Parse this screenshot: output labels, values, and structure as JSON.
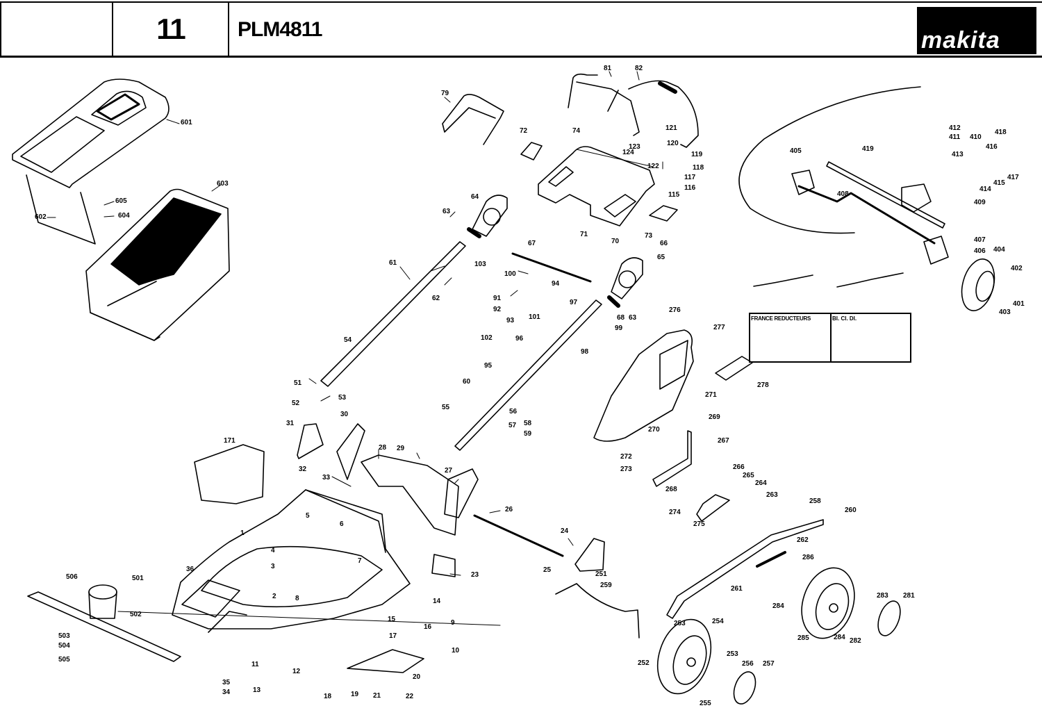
{
  "header": {
    "page_number": "11",
    "model": "PLM4811",
    "brand": "makita"
  },
  "inset": {
    "left_title": "FRANCE REDUCTEURS",
    "right_title": "BI. CI. DI."
  },
  "labels": [
    {
      "id": "601",
      "text": "601"
    },
    {
      "id": "602",
      "text": "602"
    },
    {
      "id": "603",
      "text": "603"
    },
    {
      "id": "604",
      "text": "604"
    },
    {
      "id": "605",
      "text": "605"
    },
    {
      "id": "79",
      "text": "79"
    },
    {
      "id": "81",
      "text": "81"
    },
    {
      "id": "82",
      "text": "82"
    },
    {
      "id": "72",
      "text": "72"
    },
    {
      "id": "74",
      "text": "74"
    },
    {
      "id": "121",
      "text": "121"
    },
    {
      "id": "123",
      "text": "123"
    },
    {
      "id": "120",
      "text": "120"
    },
    {
      "id": "119",
      "text": "119"
    },
    {
      "id": "124",
      "text": "124"
    },
    {
      "id": "122",
      "text": "122"
    },
    {
      "id": "118",
      "text": "118"
    },
    {
      "id": "117",
      "text": "117"
    },
    {
      "id": "116",
      "text": "116"
    },
    {
      "id": "115",
      "text": "115"
    },
    {
      "id": "73",
      "text": "73"
    },
    {
      "id": "71",
      "text": "71"
    },
    {
      "id": "70",
      "text": "70"
    },
    {
      "id": "66",
      "text": "66"
    },
    {
      "id": "65",
      "text": "65"
    },
    {
      "id": "64",
      "text": "64"
    },
    {
      "id": "63a",
      "text": "63"
    },
    {
      "id": "63b",
      "text": "63"
    },
    {
      "id": "68",
      "text": "68"
    },
    {
      "id": "67",
      "text": "67"
    },
    {
      "id": "61",
      "text": "61"
    },
    {
      "id": "103",
      "text": "103"
    },
    {
      "id": "62",
      "text": "62"
    },
    {
      "id": "100",
      "text": "100"
    },
    {
      "id": "91",
      "text": "91"
    },
    {
      "id": "92",
      "text": "92"
    },
    {
      "id": "93",
      "text": "93"
    },
    {
      "id": "94",
      "text": "94"
    },
    {
      "id": "101",
      "text": "101"
    },
    {
      "id": "97",
      "text": "97"
    },
    {
      "id": "99",
      "text": "99"
    },
    {
      "id": "98",
      "text": "98"
    },
    {
      "id": "96",
      "text": "96"
    },
    {
      "id": "102",
      "text": "102"
    },
    {
      "id": "95",
      "text": "95"
    },
    {
      "id": "54",
      "text": "54"
    },
    {
      "id": "51",
      "text": "51"
    },
    {
      "id": "52",
      "text": "52"
    },
    {
      "id": "53",
      "text": "53"
    },
    {
      "id": "60",
      "text": "60"
    },
    {
      "id": "55",
      "text": "55"
    },
    {
      "id": "56",
      "text": "56"
    },
    {
      "id": "57",
      "text": "57"
    },
    {
      "id": "58",
      "text": "58"
    },
    {
      "id": "59",
      "text": "59"
    },
    {
      "id": "31",
      "text": "31"
    },
    {
      "id": "30",
      "text": "30"
    },
    {
      "id": "32",
      "text": "32"
    },
    {
      "id": "33",
      "text": "33"
    },
    {
      "id": "171",
      "text": "171"
    },
    {
      "id": "28",
      "text": "28"
    },
    {
      "id": "29",
      "text": "29"
    },
    {
      "id": "27",
      "text": "27"
    },
    {
      "id": "26",
      "text": "26"
    },
    {
      "id": "24",
      "text": "24"
    },
    {
      "id": "25",
      "text": "25"
    },
    {
      "id": "23",
      "text": "23"
    },
    {
      "id": "1",
      "text": "1"
    },
    {
      "id": "5",
      "text": "5"
    },
    {
      "id": "6",
      "text": "6"
    },
    {
      "id": "4",
      "text": "4"
    },
    {
      "id": "3",
      "text": "3"
    },
    {
      "id": "7",
      "text": "7"
    },
    {
      "id": "2",
      "text": "2"
    },
    {
      "id": "8",
      "text": "8"
    },
    {
      "id": "36",
      "text": "36"
    },
    {
      "id": "14",
      "text": "14"
    },
    {
      "id": "15",
      "text": "15"
    },
    {
      "id": "16",
      "text": "16"
    },
    {
      "id": "9",
      "text": "9"
    },
    {
      "id": "17",
      "text": "17"
    },
    {
      "id": "10",
      "text": "10"
    },
    {
      "id": "11",
      "text": "11"
    },
    {
      "id": "12",
      "text": "12"
    },
    {
      "id": "35",
      "text": "35"
    },
    {
      "id": "34",
      "text": "34"
    },
    {
      "id": "13",
      "text": "13"
    },
    {
      "id": "20",
      "text": "20"
    },
    {
      "id": "18",
      "text": "18"
    },
    {
      "id": "19",
      "text": "19"
    },
    {
      "id": "21",
      "text": "21"
    },
    {
      "id": "22",
      "text": "22"
    },
    {
      "id": "506",
      "text": "506"
    },
    {
      "id": "501",
      "text": "501"
    },
    {
      "id": "502",
      "text": "502"
    },
    {
      "id": "503",
      "text": "503"
    },
    {
      "id": "504",
      "text": "504"
    },
    {
      "id": "505",
      "text": "505"
    },
    {
      "id": "276a",
      "text": "276"
    },
    {
      "id": "277",
      "text": "277"
    },
    {
      "id": "278",
      "text": "278"
    },
    {
      "id": "271",
      "text": "271"
    },
    {
      "id": "269",
      "text": "269"
    },
    {
      "id": "270",
      "text": "270"
    },
    {
      "id": "267",
      "text": "267"
    },
    {
      "id": "272",
      "text": "272"
    },
    {
      "id": "273",
      "text": "273"
    },
    {
      "id": "268",
      "text": "268"
    },
    {
      "id": "266",
      "text": "266"
    },
    {
      "id": "265",
      "text": "265"
    },
    {
      "id": "264",
      "text": "264"
    },
    {
      "id": "263",
      "text": "263"
    },
    {
      "id": "274",
      "text": "274"
    },
    {
      "id": "275",
      "text": "275"
    },
    {
      "id": "258",
      "text": "258"
    },
    {
      "id": "260",
      "text": "260"
    },
    {
      "id": "262",
      "text": "262"
    },
    {
      "id": "261",
      "text": "261"
    },
    {
      "id": "286",
      "text": "286"
    },
    {
      "id": "284a",
      "text": "284"
    },
    {
      "id": "285",
      "text": "285"
    },
    {
      "id": "284b",
      "text": "284"
    },
    {
      "id": "283",
      "text": "283"
    },
    {
      "id": "282",
      "text": "282"
    },
    {
      "id": "281",
      "text": "281"
    },
    {
      "id": "251",
      "text": "251"
    },
    {
      "id": "259",
      "text": "259"
    },
    {
      "id": "253a",
      "text": "253"
    },
    {
      "id": "254",
      "text": "254"
    },
    {
      "id": "252",
      "text": "252"
    },
    {
      "id": "253b",
      "text": "253"
    },
    {
      "id": "256",
      "text": "256"
    },
    {
      "id": "257",
      "text": "257"
    },
    {
      "id": "255",
      "text": "255"
    },
    {
      "id": "405",
      "text": "405"
    },
    {
      "id": "412",
      "text": "412"
    },
    {
      "id": "411",
      "text": "411"
    },
    {
      "id": "410",
      "text": "410"
    },
    {
      "id": "419",
      "text": "419"
    },
    {
      "id": "413",
      "text": "413"
    },
    {
      "id": "418",
      "text": "418"
    },
    {
      "id": "416",
      "text": "416"
    },
    {
      "id": "417",
      "text": "417"
    },
    {
      "id": "414",
      "text": "414"
    },
    {
      "id": "415",
      "text": "415"
    },
    {
      "id": "408",
      "text": "408"
    },
    {
      "id": "409",
      "text": "409"
    },
    {
      "id": "407",
      "text": "407"
    },
    {
      "id": "406",
      "text": "406"
    },
    {
      "id": "404",
      "text": "404"
    },
    {
      "id": "402",
      "text": "402"
    },
    {
      "id": "401",
      "text": "401"
    },
    {
      "id": "403",
      "text": "403"
    }
  ]
}
